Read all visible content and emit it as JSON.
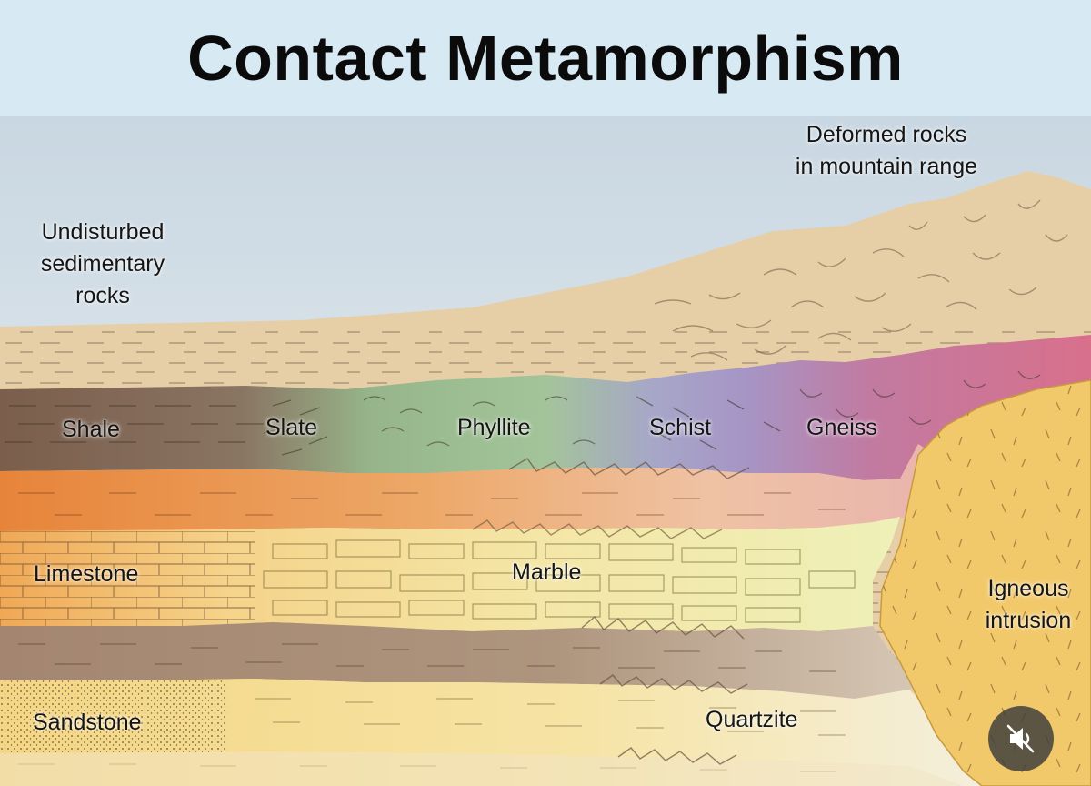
{
  "title": "Contact Metamorphism",
  "labels": {
    "undisturbed_1": "Undisturbed",
    "undisturbed_2": "sedimentary",
    "undisturbed_3": "rocks",
    "deformed_1": "Deformed rocks",
    "deformed_2": "in mountain range",
    "shale": "Shale",
    "slate": "Slate",
    "phyllite": "Phyllite",
    "schist": "Schist",
    "gneiss": "Gneiss",
    "limestone": "Limestone",
    "marble": "Marble",
    "sandstone": "Sandstone",
    "quartzite": "Quartzite",
    "igneous_1": "Igneous",
    "igneous_2": "intrusion"
  },
  "controls": {
    "mute_icon": "speaker-muted-icon"
  },
  "colors": {
    "sky": "#dde9ef",
    "sedimentary_top": "#e8d3ad",
    "shale": "#7e6250",
    "slate": "#8e7662",
    "phyllite": "#9fbf8c",
    "schist": "#a898c8",
    "gneiss": "#c86e90",
    "orange_band": "#e98a3e",
    "limestone": "#f3c37a",
    "marble": "#f2e2a0",
    "brown_band": "#a68a6f",
    "sandstone": "#f4d98a",
    "quartzite": "#f5ebc8",
    "intrusion": "#f2c96a"
  }
}
